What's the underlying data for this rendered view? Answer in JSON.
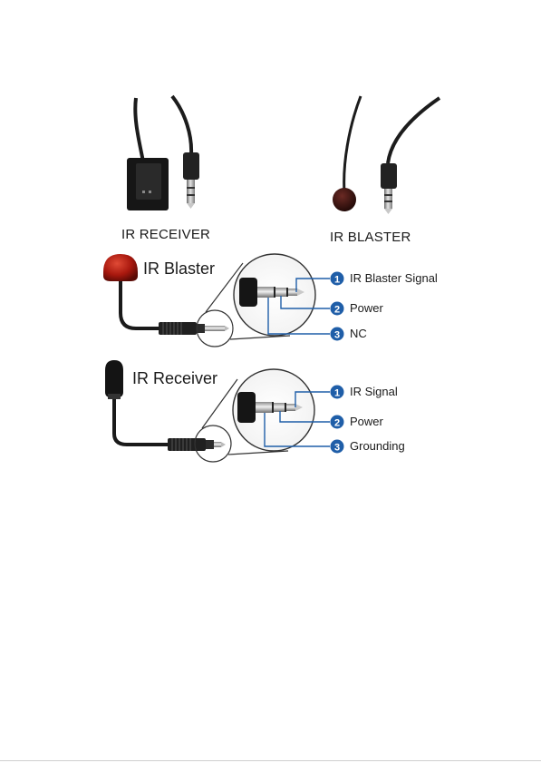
{
  "photos": {
    "receiver_caption": "IR RECEIVER",
    "blaster_caption": "IR BLASTER"
  },
  "blaster_diagram": {
    "title": "IR Blaster",
    "pins": [
      {
        "number": "1",
        "label": "IR Blaster Signal"
      },
      {
        "number": "2",
        "label": "Power"
      },
      {
        "number": "3",
        "label": "NC"
      }
    ]
  },
  "receiver_diagram": {
    "title": "IR Receiver",
    "pins": [
      {
        "number": "1",
        "label": "IR Signal"
      },
      {
        "number": "2",
        "label": "Power"
      },
      {
        "number": "3",
        "label": "Grounding"
      }
    ]
  },
  "colors": {
    "callout_blue": "#1f5ea8",
    "blaster_red": "#b01c12",
    "cable": "#1a1a1a"
  }
}
